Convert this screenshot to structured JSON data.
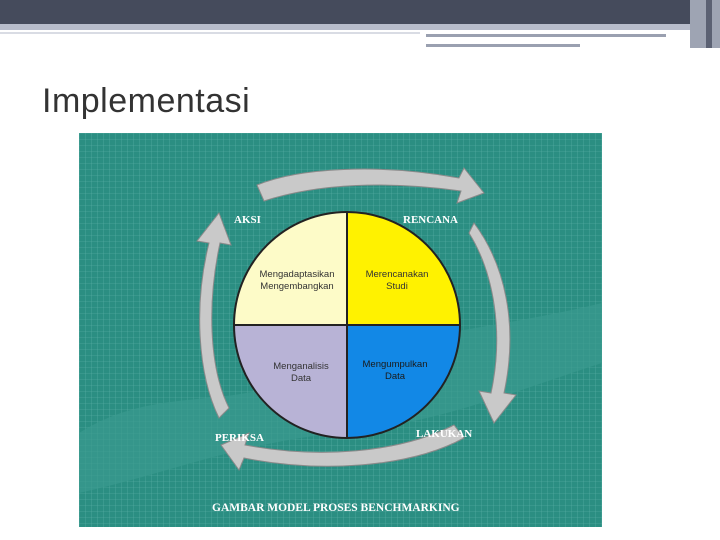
{
  "slide": {
    "title": "Implementasi"
  },
  "diagram": {
    "stages": {
      "aksi": "AKSI",
      "rencana": "RENCANA",
      "periksa": "PERIKSA",
      "lakukan": "LAKUKAN"
    },
    "quadrants": {
      "top_left": {
        "line1": "Mengadaptasikan",
        "line2": "Mengembangkan",
        "color": "#fdfbc8"
      },
      "top_right": {
        "line1": "Merencanakan",
        "line2": "Studi",
        "color": "#fff200"
      },
      "bottom_left": {
        "line1": "Menganalisis",
        "line2": "Data",
        "color": "#b8b3d6"
      },
      "bottom_right": {
        "line1": "Mengumpulkan",
        "line2": "Data",
        "color": "#1288e6"
      }
    },
    "caption": "GAMBAR MODEL PROSES BENCHMARKING",
    "colors": {
      "background": "#2b8e82",
      "arrow": "#c9c9c9"
    }
  }
}
